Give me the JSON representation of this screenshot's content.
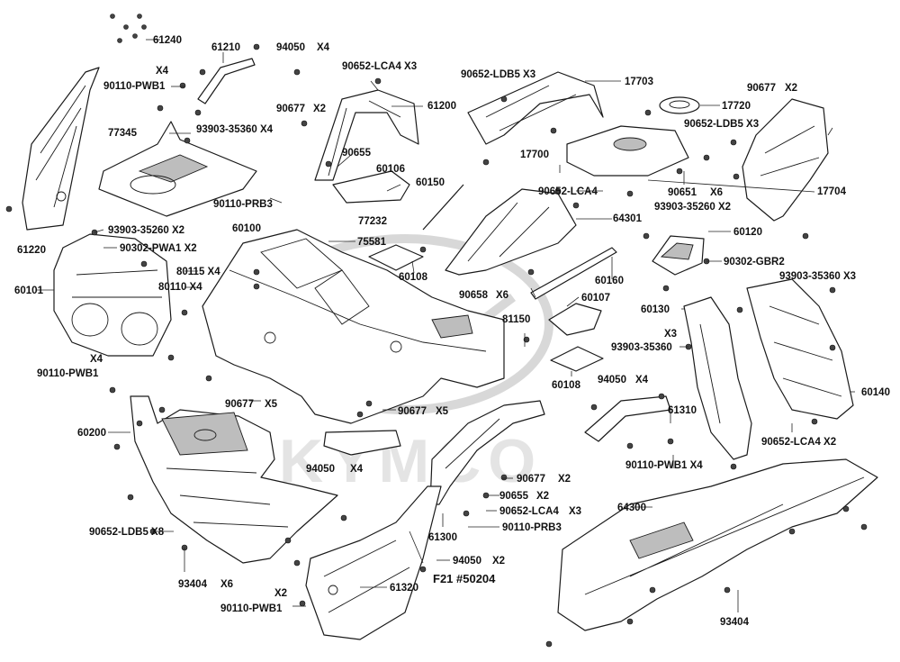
{
  "diagram": {
    "watermark_text": "KYMCO",
    "labels": [
      "61240",
      "61210",
      "94050",
      "X4",
      "X4",
      "90110-PWB1",
      "90652-LCA4 X3",
      "90652-LDB5 X3",
      "17703",
      "17720",
      "90677",
      "X2",
      "90652-LDB5 X3",
      "77345",
      "93903-35360 X4",
      "90677",
      "X2",
      "61200",
      "90655",
      "60106",
      "17700",
      "90651",
      "X6",
      "17704",
      "90110-PRB3",
      "60150",
      "90652-LCA4",
      "64301",
      "93903-35260 X2",
      "77232",
      "93903-35260 X2",
      "90302-PWA1 X2",
      "60100",
      "75581",
      "60120",
      "90302-GBR2",
      "61220",
      "60101",
      "80115 X4",
      "80110 X4",
      "60108",
      "60160",
      "93903-35360 X3",
      "90658",
      "X6",
      "60107",
      "60130",
      "81150",
      "X3",
      "93903-35360",
      "X4",
      "90110-PWB1",
      "60108",
      "94050",
      "X4",
      "60140",
      "90677",
      "X5",
      "90677",
      "X5",
      "61310",
      "60200",
      "90652-LCA4 X2",
      "94050",
      "X4",
      "90110-PWB1 X4",
      "90677",
      "X2",
      "90655",
      "X2",
      "90652-LCA4",
      "X3",
      "90110-PRB3",
      "64300",
      "90652-LDB5 X8",
      "61300",
      "94050",
      "X2",
      "F21 #50204",
      "93404",
      "X6",
      "X2",
      "61320",
      "90110-PWB1",
      "93404"
    ]
  }
}
